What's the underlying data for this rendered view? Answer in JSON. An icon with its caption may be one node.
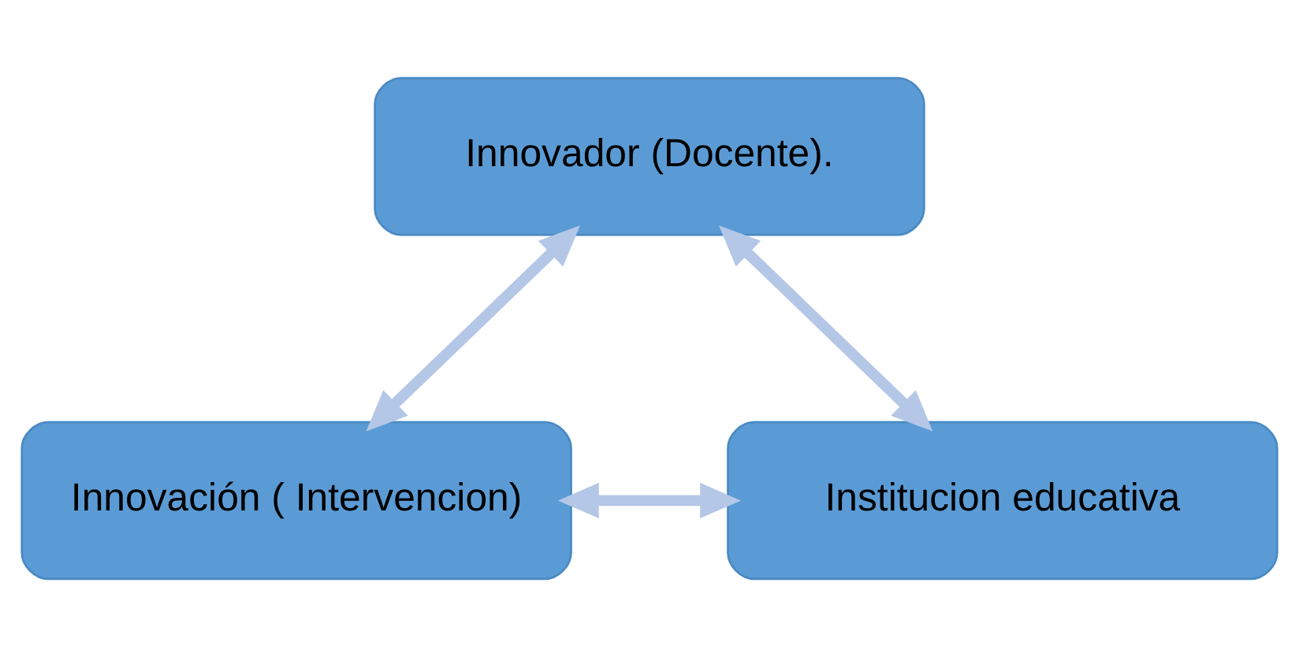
{
  "diagram": {
    "nodes": [
      {
        "text": [
          "Innovador (Docente)."
        ]
      },
      {
        "text": [
          "Innovación ( Intervencion)"
        ]
      },
      {
        "text": [
          "Institucion educativa"
        ]
      }
    ],
    "edges": [
      {
        "from": 0,
        "to": 1,
        "arrow": "both"
      },
      {
        "from": 0,
        "to": 2,
        "arrow": "both"
      },
      {
        "from": 1,
        "to": 2,
        "arrow": "both"
      }
    ]
  }
}
